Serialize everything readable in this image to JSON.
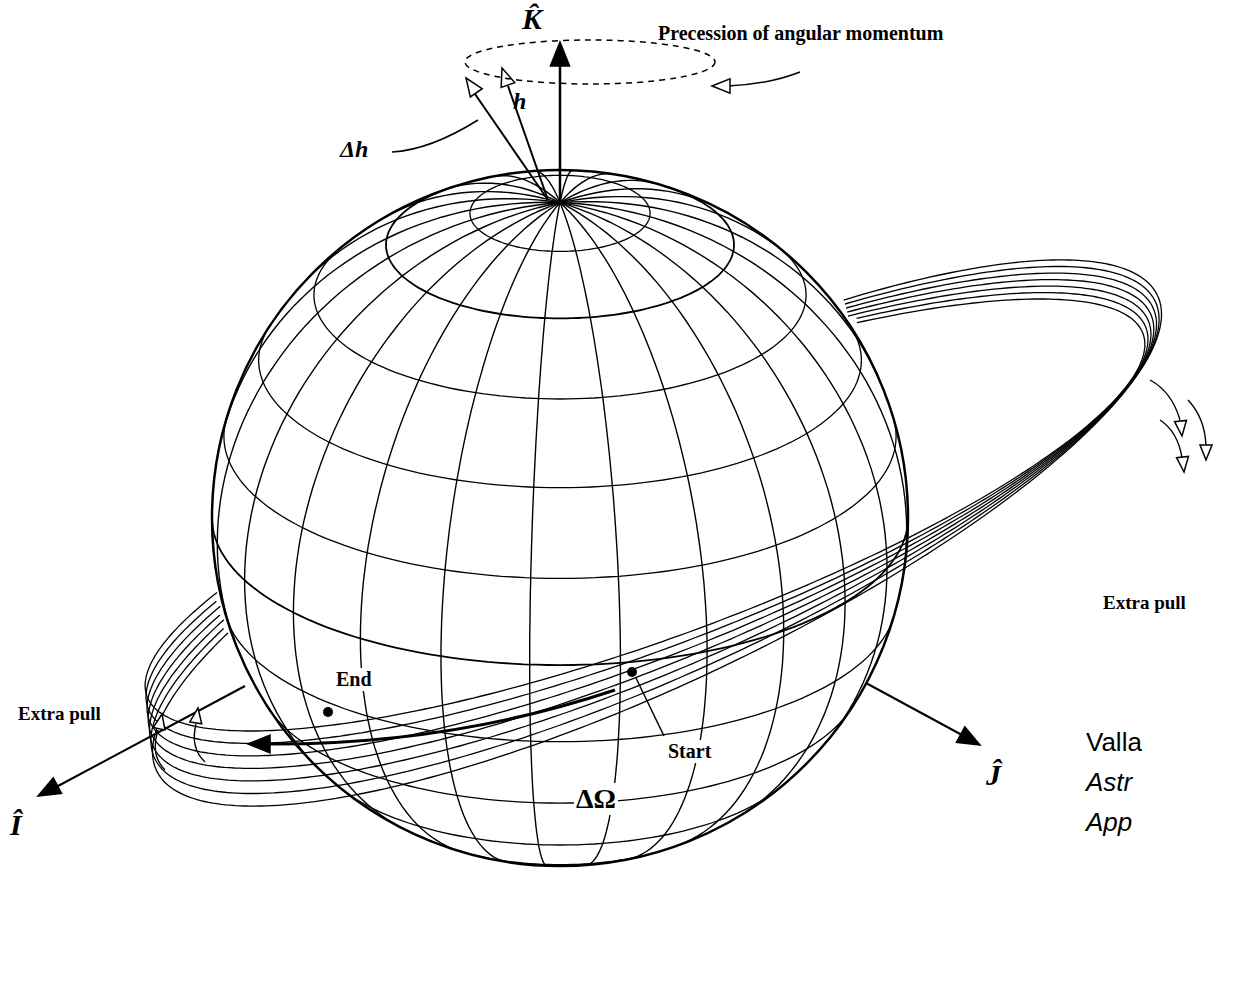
{
  "diagram": {
    "labels": [
      "Precession of angular momentum",
      "K̂",
      "Δh⃗",
      "h⃗",
      "Extra pull",
      "Extra pull",
      "End",
      "Start",
      "ΔΩ",
      "Î",
      "Ĵ",
      "Valla",
      "Astr",
      "App"
    ]
  }
}
